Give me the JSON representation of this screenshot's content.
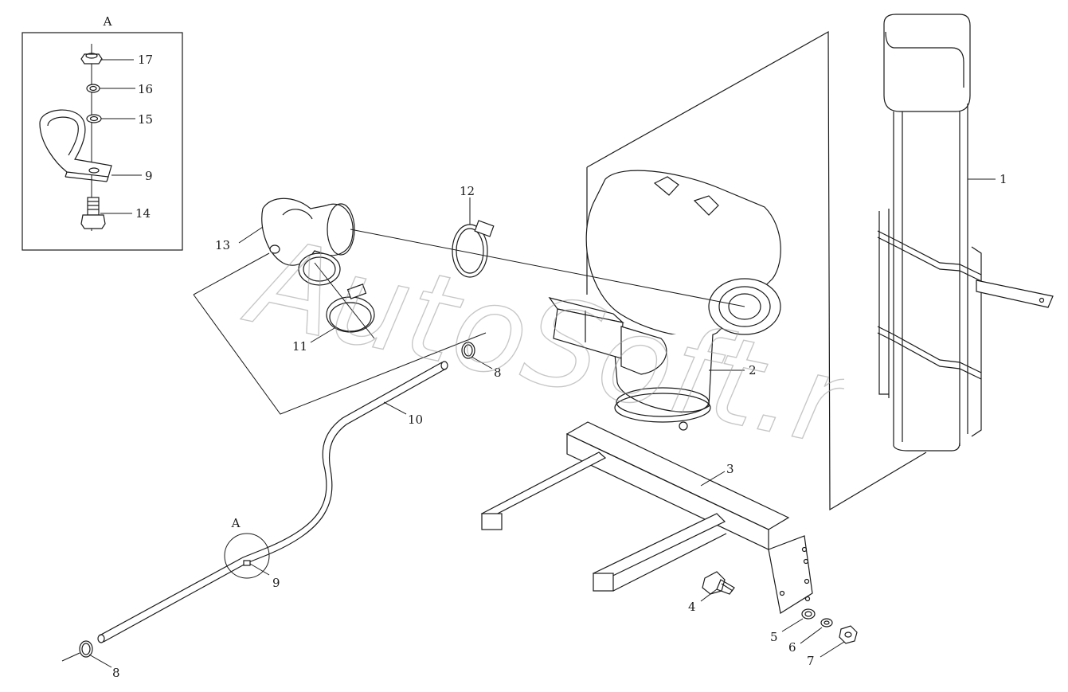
{
  "detail_view": {
    "letter": "A"
  },
  "detail_marker": {
    "letter": "A"
  },
  "watermark": {
    "text": "AutoSoft.ru"
  },
  "callouts": {
    "c1": "1",
    "c2": "2",
    "c3": "3",
    "c4": "4",
    "c5": "5",
    "c6": "6",
    "c7": "7",
    "c8a": "8",
    "c8b": "8",
    "c9a": "9",
    "c9b": "9",
    "c10": "10",
    "c11": "11",
    "c12": "12",
    "c13": "13",
    "c14": "14",
    "c15": "15",
    "c16": "16",
    "c17": "17"
  }
}
